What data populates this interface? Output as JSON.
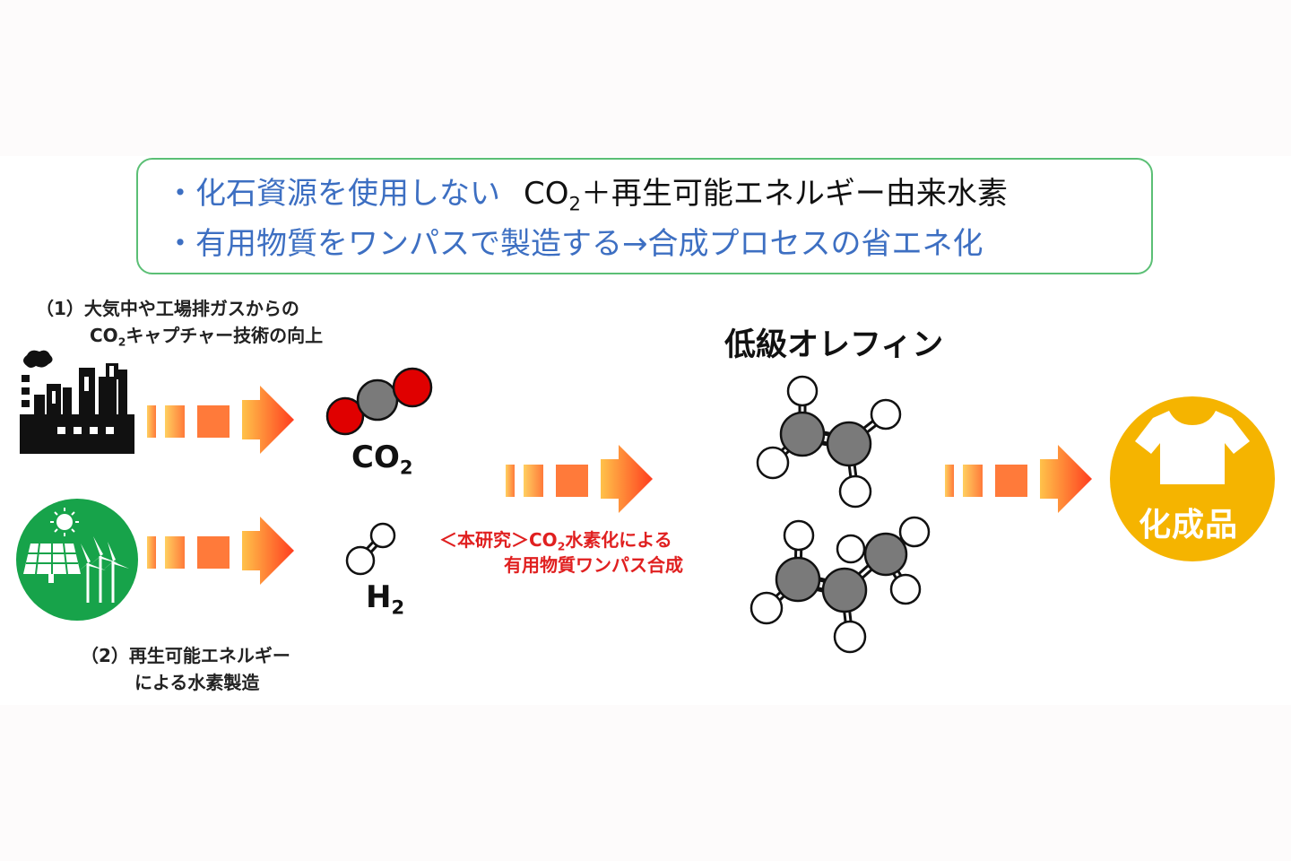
{
  "summary": {
    "bullet1_lead": "・化石資源を使用しない",
    "bullet1_co": "CO",
    "bullet1_sub": "2",
    "bullet1_rest": "＋再生可能エネルギー由来水素",
    "bullet2": "・有用物質をワンパスで製造する→合成プロセスの省エネ化"
  },
  "captions": {
    "capture_line1": "（1）大気中や工場排ガスからの",
    "capture_co": "CO",
    "capture_sub": "2",
    "capture_line2_rest": "キャプチャー技術の向上",
    "hydrogen_line1": "（2）再生可能エネルギー",
    "hydrogen_line2": "による水素製造"
  },
  "molecules": {
    "co2_main": "CO",
    "co2_sub": "2",
    "h2_main": "H",
    "h2_sub": "2",
    "olefin_title": "低級オレフィン"
  },
  "research": {
    "line1_lead": "＜本研究＞CO",
    "line1_sub": "2",
    "line1_rest": "水素化による",
    "line2": "有用物質ワンパス合成"
  },
  "product": {
    "label": "化成品",
    "color": "#f5b400"
  },
  "colors": {
    "box_border": "#5bbf75",
    "text_blue": "#3d6fc2",
    "research_red": "#e02020",
    "renewable_green": "#17a34a",
    "arrow_dark": "#ff3d1f",
    "arrow_light": "#ffc24a",
    "oxygen": "#e00000",
    "carbon": "#7a7a7a"
  },
  "icons": [
    "factory-icon",
    "renewable-energy-icon",
    "co2-molecule-icon",
    "h2-molecule-icon",
    "ethylene-molecule-icon",
    "propylene-molecule-icon",
    "tshirt-icon"
  ]
}
